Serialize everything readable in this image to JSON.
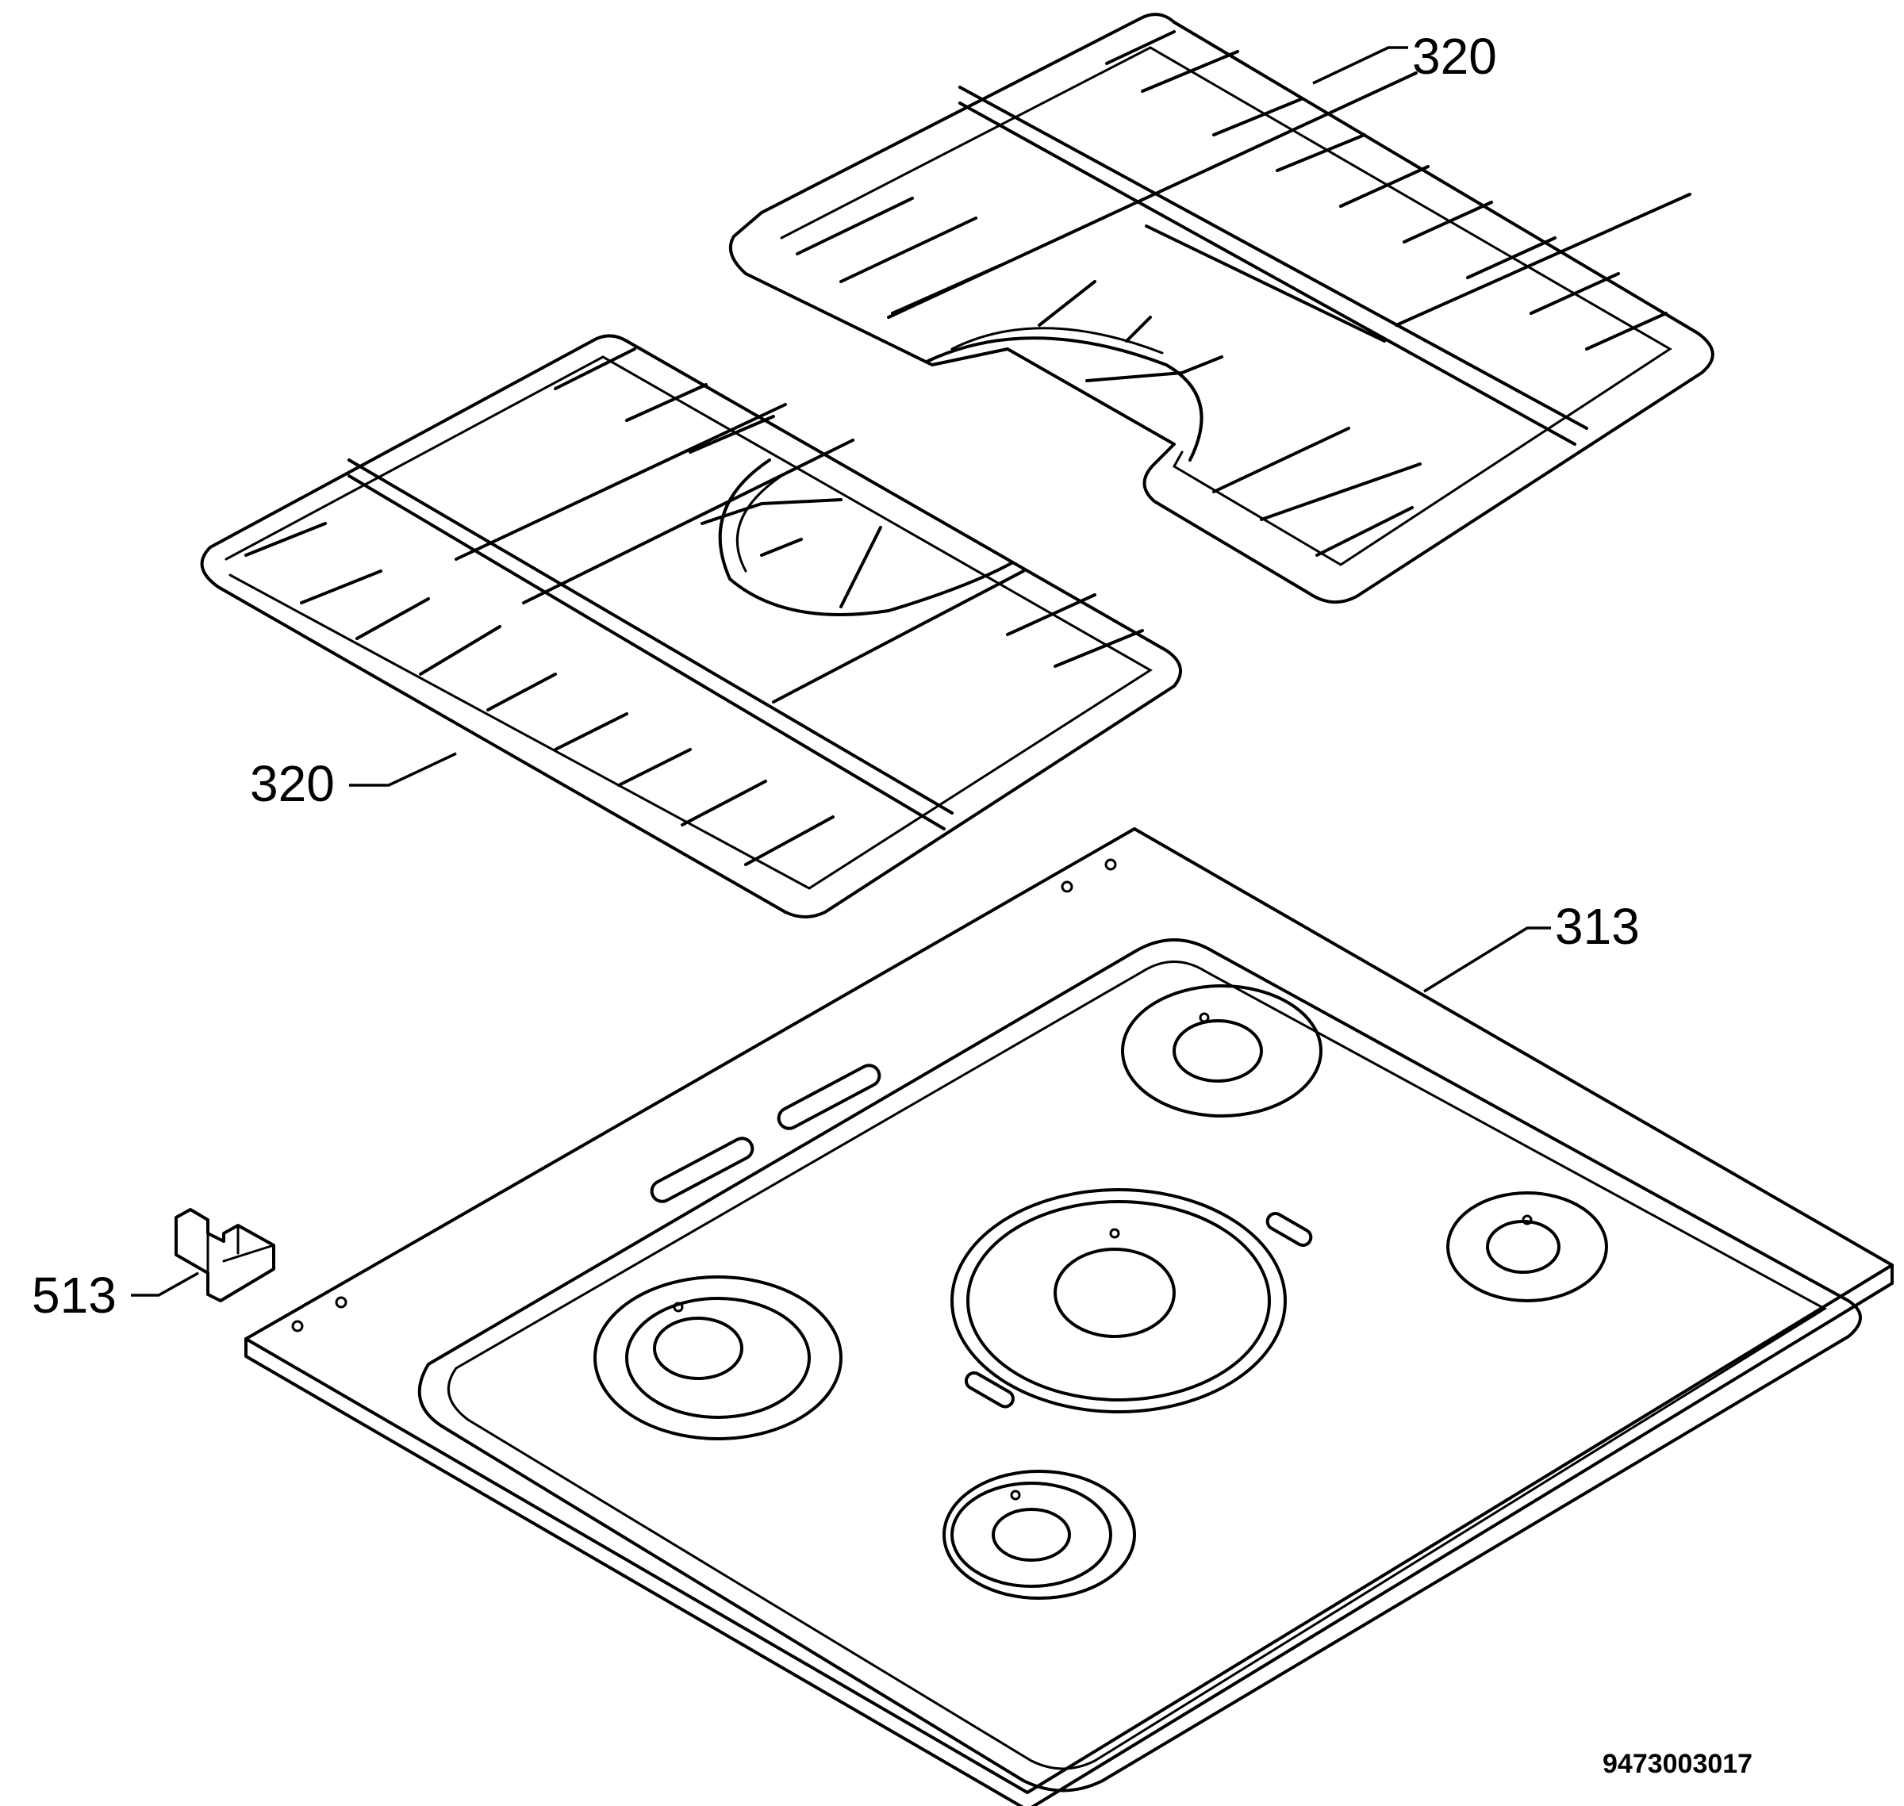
{
  "callouts": {
    "grate_right": "320",
    "grate_left": "320",
    "hob_top": "313",
    "clip": "513"
  },
  "document_number": "9473003017"
}
